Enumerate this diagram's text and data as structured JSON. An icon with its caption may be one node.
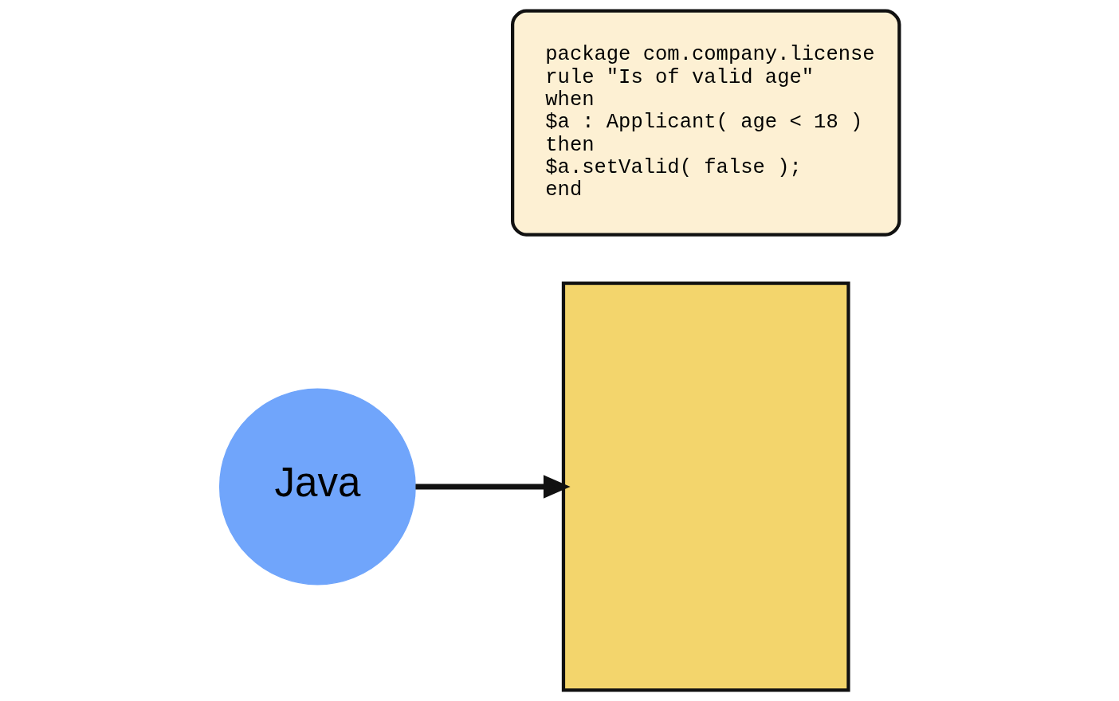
{
  "diagram": {
    "nodes": [
      {
        "text": [
          "Java"
        ]
      },
      {
        "text": [],
        "shape": "box"
      },
      {
        "text": [
          "package com.company.license",
          "rule \"Is of valid age\"",
          "when",
          "$a : Applicant( age < 18 )",
          "then",
          "$a.setValid( false );",
          "end"
        ]
      }
    ],
    "edges": [
      {
        "from": 0,
        "to": 1,
        "arrow": "to"
      }
    ]
  }
}
